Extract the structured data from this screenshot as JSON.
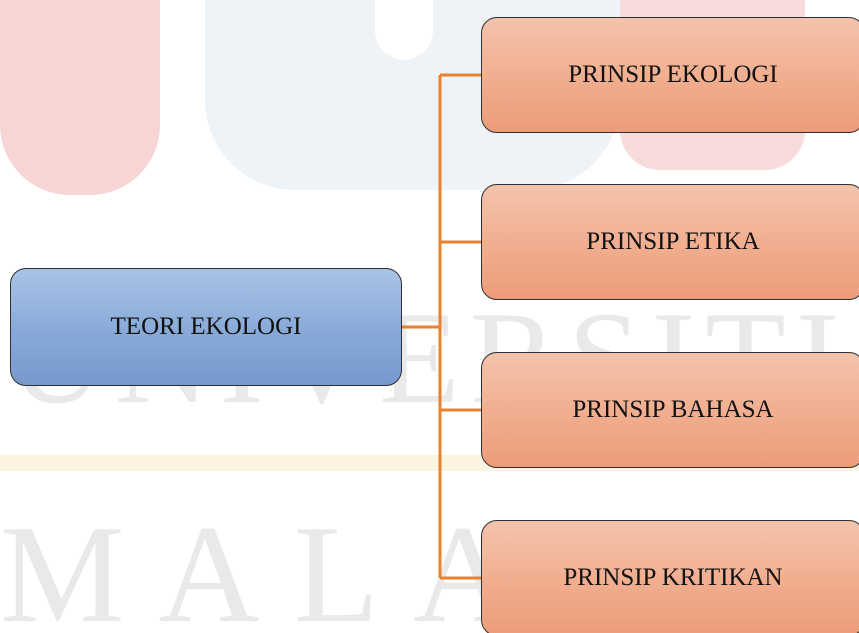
{
  "diagram": {
    "root": {
      "label": "TEORI EKOLOGI"
    },
    "children": [
      {
        "label": "PRINSIP EKOLOGI"
      },
      {
        "label": "PRINSIP ETIKA"
      },
      {
        "label": "PRINSIP BAHASA"
      },
      {
        "label": "PRINSIP KRITIKAN"
      }
    ]
  },
  "watermark": {
    "line1": "UNIVERSITI",
    "line2": "MALAYSIA"
  },
  "colors": {
    "root_fill": "#88a9d8",
    "child_fill": "#f1ad8e",
    "connector": "#e8822e",
    "watermark_red": "#f7d3d3",
    "watermark_blue": "#eef3f8",
    "watermark_yellow": "#fdf3e1",
    "watermark_text": "#e9e9ea"
  }
}
